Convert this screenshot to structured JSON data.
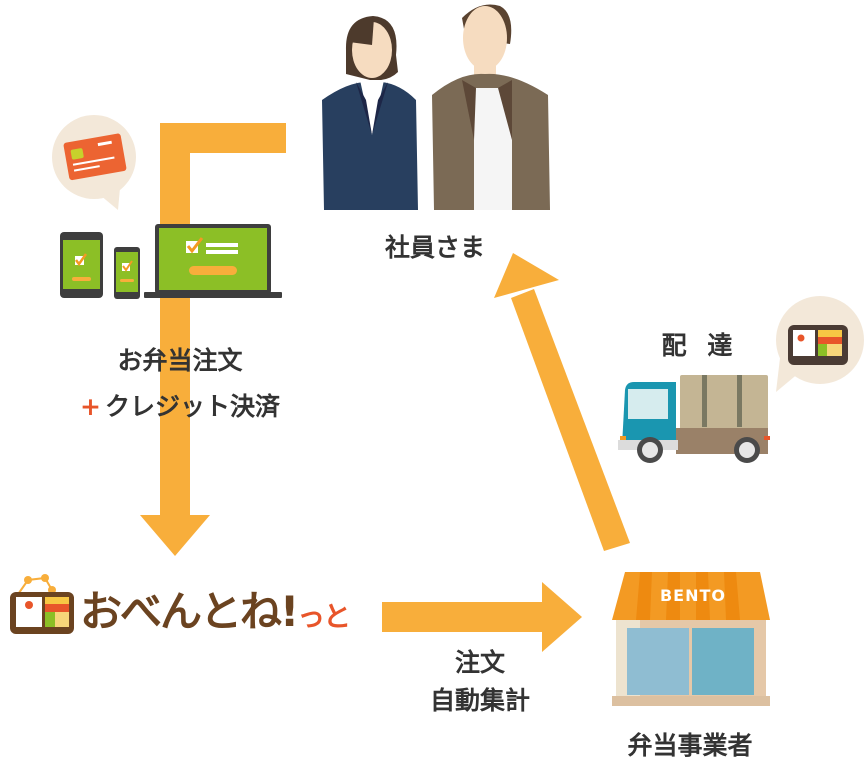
{
  "diagram": {
    "title_nodes": {
      "employees": "社員さま",
      "order_line1": "お弁当注文",
      "order_plus": "+",
      "order_line2": "クレジット決済",
      "delivery": "配 達",
      "aggregate_line1": "注文",
      "aggregate_line2": "自動集計",
      "vendor": "弁当事業者"
    },
    "logo": {
      "main": "おべんとね!",
      "suffix": "っと"
    },
    "store_sign": "BENTO",
    "flow": [
      {
        "from": "employees",
        "to": "logo",
        "label": "お弁当注文 + クレジット決済"
      },
      {
        "from": "logo",
        "to": "vendor",
        "label": "注文 自動集計"
      },
      {
        "from": "vendor",
        "to": "employees",
        "label": "配達"
      }
    ],
    "colors": {
      "arrow": "#f8ae3b",
      "text": "#333333",
      "accent_plus": "#e8552a",
      "device_screen": "#8cbf26",
      "bubble": "#f3e8d9",
      "truck_cab": "#1a96b0",
      "store_awning": "#f39a23",
      "logo_brown": "#6b4320"
    }
  }
}
